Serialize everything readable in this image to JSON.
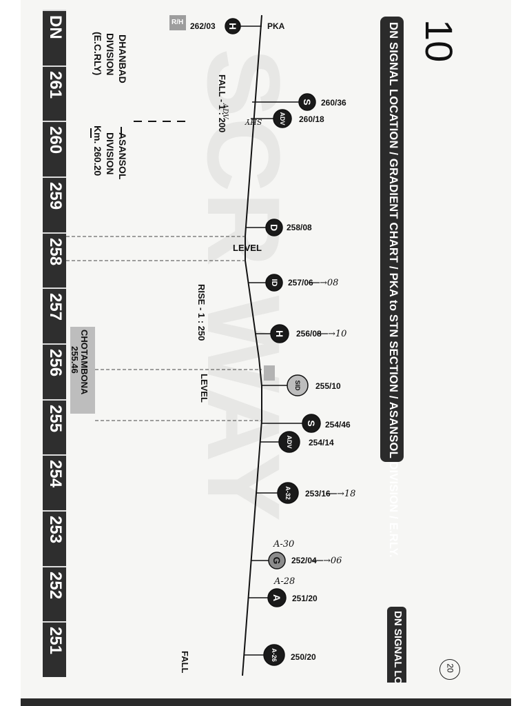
{
  "page_number": "10",
  "title": "DN SIGNAL LOCATION / GRADIENT CHART / PKA to STN  SECTION / ASANSOL DIVISION / E.RLY.",
  "title_partial": "DN SIGNAL LO",
  "km_bar": {
    "direction": "DN",
    "kms": [
      "261",
      "260",
      "259",
      "258",
      "257",
      "256",
      "255",
      "254",
      "253",
      "252",
      "251"
    ]
  },
  "division_boundary": {
    "left_label_line1": "DHANBAD",
    "left_label_line2": "DIVISION",
    "left_label_line3": "(E.C.RLY)",
    "right_label_line1": "ASANSOL",
    "right_label_line2": "DIVISION",
    "right_label_line3": "Km. 260.20"
  },
  "station": {
    "name": "CHOTAMBONA",
    "km": "255.46"
  },
  "gradients": [
    {
      "label": "FALL - 1 : 200"
    },
    {
      "label": "LEVEL"
    },
    {
      "label": "RISE - 1 : 250"
    },
    {
      "label": "LEVEL"
    },
    {
      "label": "FALL"
    }
  ],
  "pka_label": "PKA",
  "rh_label": "R/H",
  "signals": [
    {
      "code": "H",
      "km": "262/03",
      "fill": "#1a1a1a"
    },
    {
      "code": "S",
      "km": "260/36",
      "fill": "#1a1a1a"
    },
    {
      "code": "ADV",
      "km": "260/18",
      "fill": "#1a1a1a"
    },
    {
      "code": "D",
      "km": "258/08",
      "fill": "#1a1a1a"
    },
    {
      "code": "ID",
      "km": "257/06",
      "fill": "#1a1a1a",
      "handwritten": "→08"
    },
    {
      "code": "H",
      "km": "256/08",
      "fill": "#1a1a1a",
      "handwritten": "→10"
    },
    {
      "code": "SID",
      "km": "255/10",
      "fill": "#bdbdbd"
    },
    {
      "code": "S",
      "km": "254/46",
      "fill": "#1a1a1a"
    },
    {
      "code": "ADV",
      "km": "254/14",
      "fill": "#1a1a1a"
    },
    {
      "code": "A-32",
      "km": "253/16",
      "fill": "#1a1a1a",
      "handwritten": "→18"
    },
    {
      "code": "G",
      "km": "252/04",
      "fill": "#8c8c8c",
      "handwritten": "→06",
      "note": "A-30"
    },
    {
      "code": "A",
      "km": "251/20",
      "fill": "#1a1a1a",
      "note": "A-28"
    },
    {
      "code": "A-26",
      "km": "250/20",
      "fill": "#1a1a1a"
    }
  ],
  "handwritten_notes": {
    "adv_annotation": "ADV",
    "shy_annotation": "SHY",
    "corner": "20"
  },
  "watermark_text": "SCR WAY"
}
